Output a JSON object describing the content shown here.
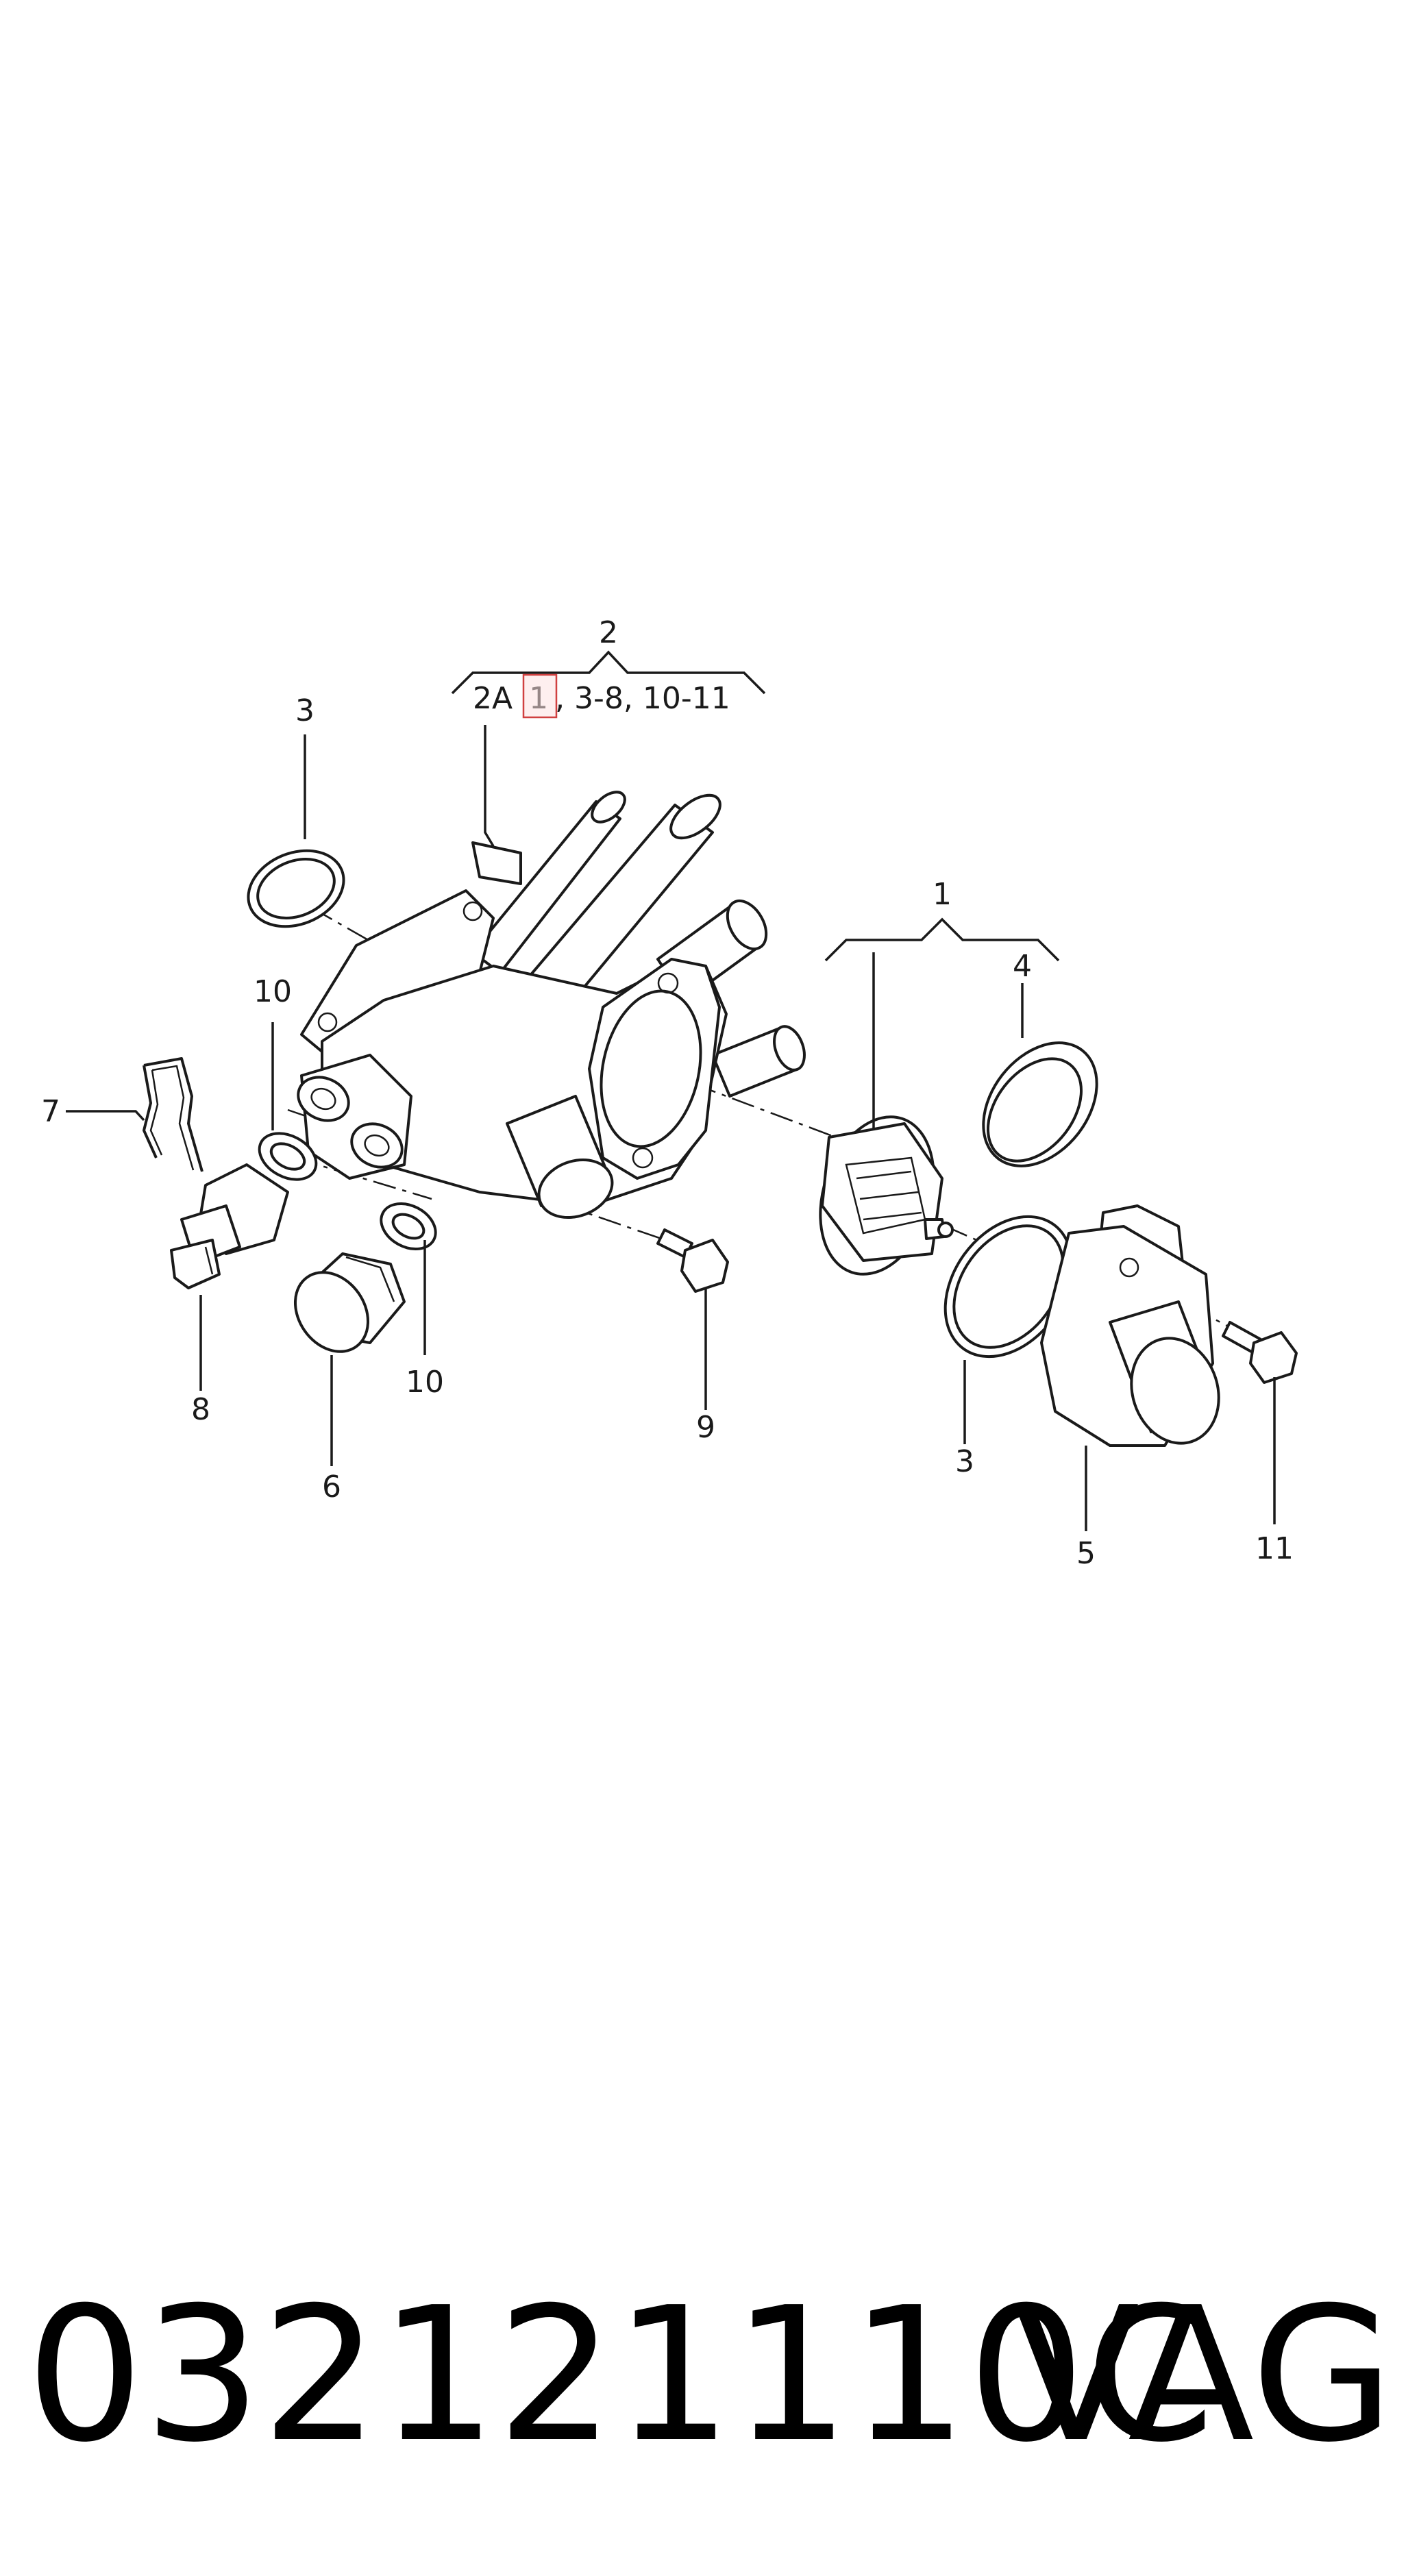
{
  "callouts": {
    "c1_top": "1",
    "c2_top": "2",
    "c3_left": "3",
    "c3_right": "3",
    "c4": "4",
    "c5": "5",
    "c6": "6",
    "c7": "7",
    "c8": "8",
    "c9": "9",
    "c10_left": "10",
    "c10_bottom": "10",
    "c11": "11"
  },
  "assembly_ref": {
    "prefix": "2A ",
    "highlighted": "1",
    "suffix": ", 3-8, 10-11"
  },
  "footer": {
    "part_number": "032121110C",
    "brand": "VAG"
  },
  "colors": {
    "highlight_fill": "#fde2e2",
    "highlight_stroke": "#d04040",
    "line": "#1a1a1a"
  }
}
